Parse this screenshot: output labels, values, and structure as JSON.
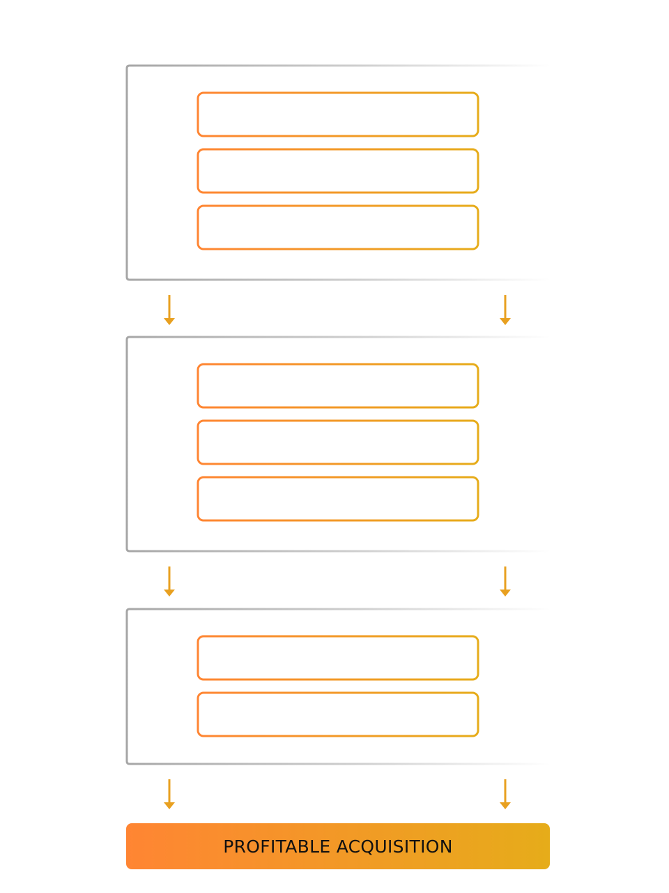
{
  "colors": {
    "frame_start": "#a6a6a6",
    "frame_end": "#ffffff",
    "orange": "#ff8533",
    "amber": "#e6ac1a",
    "arrow": "#e8a020",
    "label_text": "#111111"
  },
  "stages": [
    {
      "name": "stage-1",
      "items": [
        "",
        "",
        ""
      ]
    },
    {
      "name": "stage-2",
      "items": [
        "",
        "",
        ""
      ]
    },
    {
      "name": "stage-3",
      "items": [
        "",
        ""
      ]
    }
  ],
  "connectors": [
    {
      "from": "stage-1",
      "to": "stage-2",
      "arrows": [
        "left",
        "right"
      ]
    },
    {
      "from": "stage-2",
      "to": "stage-3",
      "arrows": [
        "left",
        "right"
      ]
    },
    {
      "from": "stage-3",
      "to": "outcome",
      "arrows": [
        "left",
        "right"
      ]
    }
  ],
  "outcome": {
    "label": "PROFITABLE ACQUISITION"
  }
}
